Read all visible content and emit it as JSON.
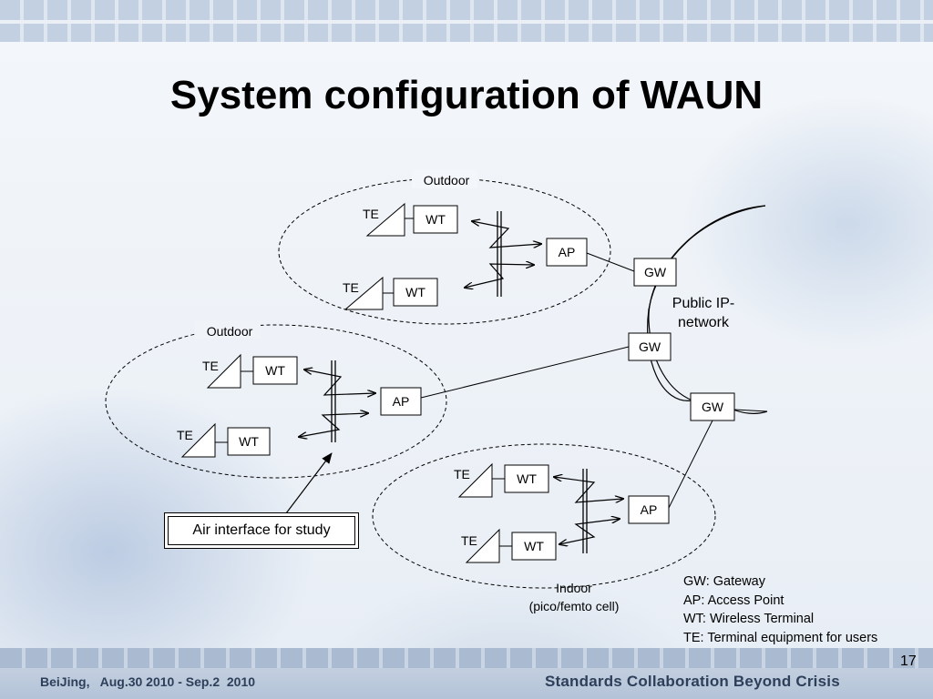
{
  "slide": {
    "title": "System configuration of WAUN",
    "page_number": "17",
    "footer_left": "BeiJing,   Aug.30 2010 - Sep.2  2010",
    "footer_right": "Standards Collaboration Beyond Crisis"
  },
  "diagram": {
    "zones": [
      {
        "label": "Outdoor"
      },
      {
        "label": "Outdoor"
      },
      {
        "label": "Indoor",
        "sublabel": "(pico/femto cell)"
      }
    ],
    "node_labels": {
      "te": "TE",
      "wt": "WT",
      "ap": "AP",
      "gw": "GW"
    },
    "network_label_line1": "Public IP-",
    "network_label_line2": "network",
    "air_interface_label": "Air interface for study"
  },
  "legend": [
    "GW: Gateway",
    "AP: Access Point",
    "WT: Wireless Terminal",
    "TE: Terminal equipment for users"
  ]
}
